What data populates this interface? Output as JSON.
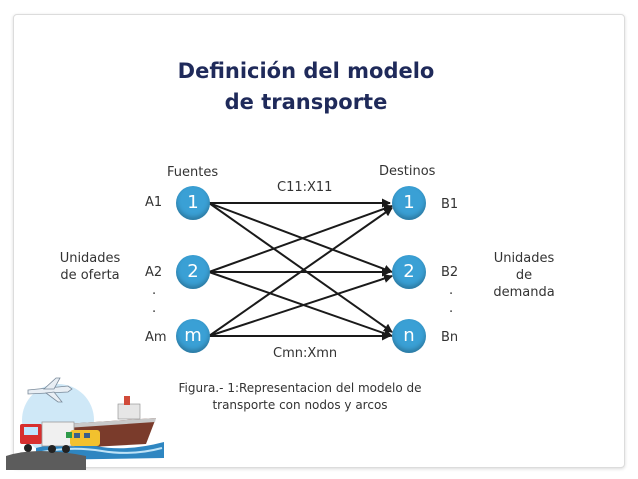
{
  "slide": {
    "title_line1": "Definición del modelo",
    "title_line2": "de transporte"
  },
  "diagram": {
    "sources_header": "Fuentes",
    "destinations_header": "Destinos",
    "top_arc_label": "C11:X11",
    "bottom_arc_label": "Cmn:Xmn",
    "supply_label_line1": "Unidades",
    "supply_label_line2": "de oferta",
    "demand_label_line1": "Unidades",
    "demand_label_line2": "de",
    "demand_label_line3": "demanda",
    "sources": [
      {
        "node": "1",
        "label": "A1"
      },
      {
        "node": "2",
        "label": "A2"
      },
      {
        "node": "m",
        "label": "Am"
      }
    ],
    "destinations": [
      {
        "node": "1",
        "label": "B1"
      },
      {
        "node": "2",
        "label": "B2"
      },
      {
        "node": "n",
        "label": "Bn"
      }
    ],
    "ellipsis_dot": ".",
    "node_color": "#3aa0d5",
    "arc_color": "#1a1a1a"
  },
  "caption": {
    "line1": "Figura.- 1:Representacion del modelo de",
    "line2": "transporte con nodos y arcos"
  },
  "illustration": {
    "icon": "transport-vehicles-icon"
  }
}
